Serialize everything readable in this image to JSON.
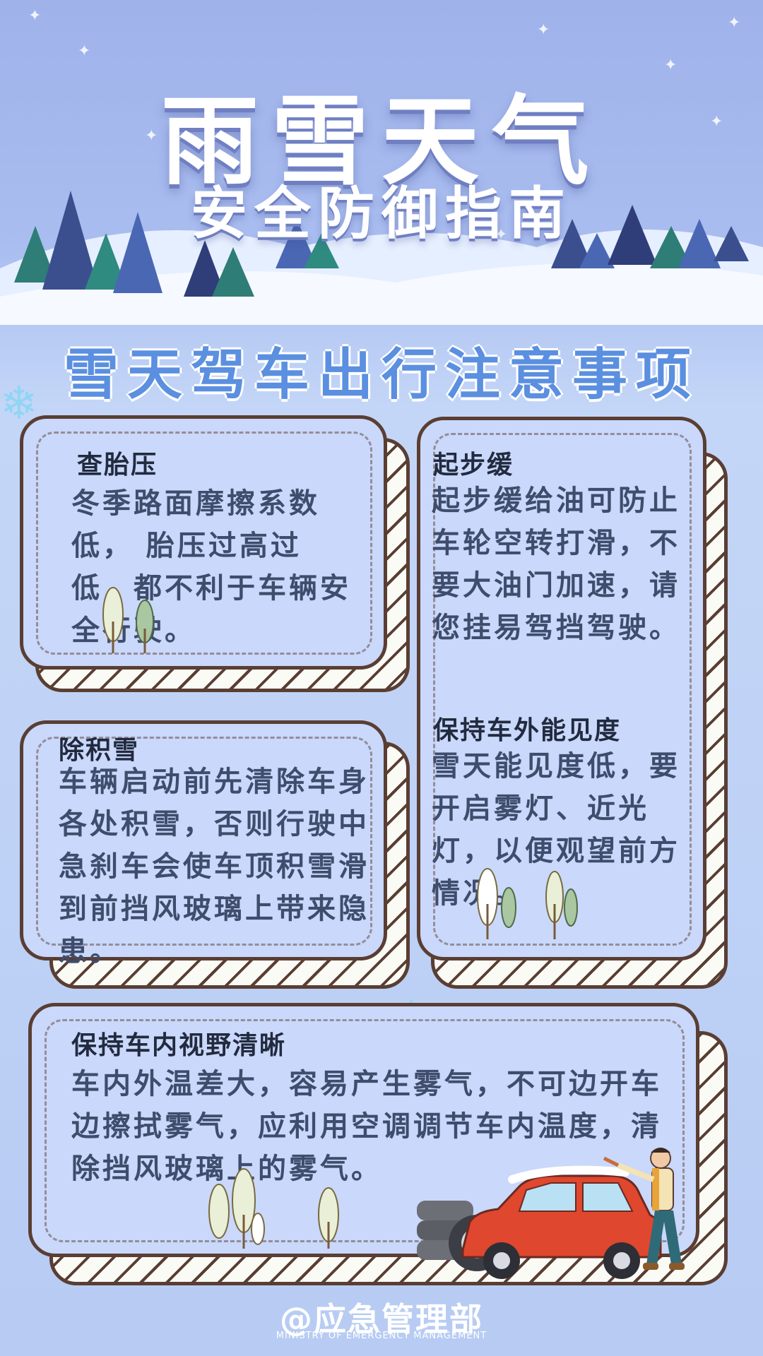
{
  "header": {
    "title": "雨雪天气",
    "subtitle": "安全防御指南"
  },
  "section": {
    "title": "雪天驾车出行注意事项"
  },
  "cards": [
    {
      "title": "查胎压",
      "text": "冬季路面摩擦系数低， 胎压过高过低，都不利于车辆安全行驶。"
    },
    {
      "title": "起步缓",
      "text": "起步缓给油可防止车轮空转打滑，不要大油门加速，请您挂易驾挡驾驶。"
    },
    {
      "title": "除积雪",
      "text": "车辆启动前先清除车身各处积雪，否则行驶中急刹车会使车顶积雪滑到前挡风玻璃上带来隐患。"
    },
    {
      "title": "保持车外能见度",
      "text": "雪天能见度低，要开启雾灯、近光灯，以便观望前方情况。"
    },
    {
      "title": "保持车内视野清晰",
      "text": "车内外温差大，容易产生雾气，不可边开车边擦拭雾气，应利用空调调节车内温度，清除挡风玻璃上的雾气。"
    }
  ],
  "footer": {
    "brand": "@应急管理部",
    "sub": "MINISTRY OF EMERGENCY MANAGEMENT"
  },
  "colors": {
    "background": "#bfd2f6",
    "card": "#c9d8fb",
    "border": "#5a3e33",
    "section_title": "#5b8fe0",
    "car": "#e0472f"
  },
  "icons": [
    "snowflake-icon",
    "tree-icon",
    "car-illustration",
    "person-illustration",
    "tire-stack-illustration"
  ]
}
